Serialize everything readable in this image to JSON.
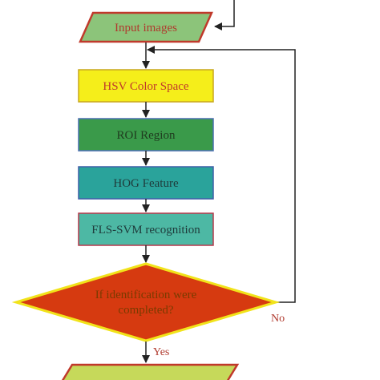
{
  "nodes": {
    "input": {
      "label": "Input images"
    },
    "hsv": {
      "label": "HSV Color Space"
    },
    "roi": {
      "label": "ROI Region"
    },
    "hog": {
      "label": "HOG Feature"
    },
    "fls": {
      "label": "FLS-SVM recognition"
    },
    "decision": {
      "line1": "If identification were",
      "line2": "completed?"
    }
  },
  "edges": {
    "no_label": "No",
    "yes_label": "Yes"
  },
  "colors": {
    "input_fill": "#8cc47a",
    "input_border": "#c0392b",
    "input_text": "#b03a2e",
    "hsv_fill": "#f5ee1a",
    "hsv_border": "#c8a71e",
    "hsv_text": "#c0392b",
    "roi_fill": "#3a9a4a",
    "roi_border": "#4a6fb0",
    "hog_fill": "#2aa39b",
    "hog_border": "#3f5fa8",
    "fls_fill": "#4db8a4",
    "fls_border": "#b5394b",
    "decision_fill": "#d63a10",
    "decision_border": "#f1e31a",
    "decision_text": "#7a3a00",
    "bottom_fill": "#c6d95a",
    "bottom_border": "#c0392b",
    "label_text": "#b03a2e",
    "line": "#222222"
  }
}
